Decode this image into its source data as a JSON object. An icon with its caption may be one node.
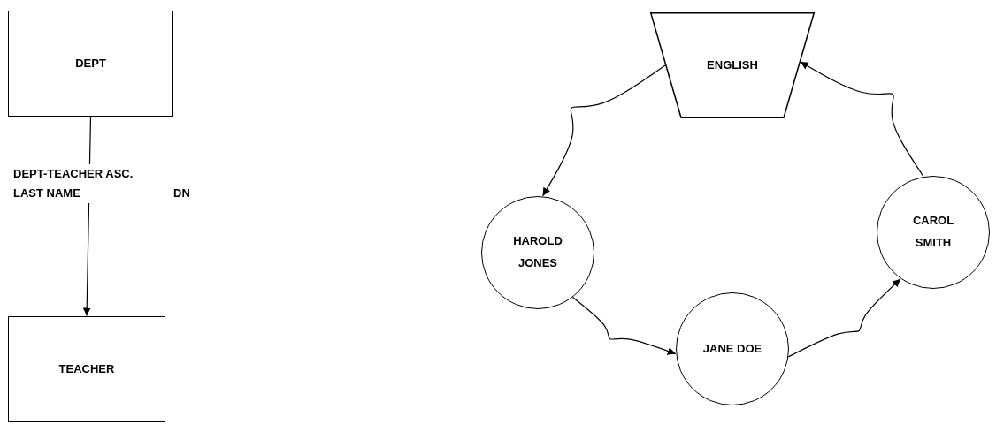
{
  "diagram": {
    "nodes": [
      {
        "text": [
          "DEPT"
        ]
      },
      {
        "text": [
          "TEACHER"
        ]
      },
      {
        "text": [
          "ENGLISH"
        ]
      },
      {
        "text": [
          "HAROLD JONES"
        ]
      },
      {
        "text": [
          "JANE DOE"
        ]
      },
      {
        "text": [
          "CAROL SMITH"
        ]
      }
    ],
    "edges": [
      {
        "from": 0,
        "to": 1,
        "arrow": "to",
        "label": "DEPT-TEACHER ASC. LAST NAME"
      },
      {
        "from": 2,
        "to": 3,
        "arrow": "to"
      },
      {
        "from": 3,
        "to": 4,
        "arrow": "to"
      },
      {
        "from": 4,
        "to": 5,
        "arrow": "to"
      },
      {
        "from": 5,
        "to": 2,
        "arrow": "to"
      }
    ],
    "labels": [
      "DN"
    ]
  }
}
